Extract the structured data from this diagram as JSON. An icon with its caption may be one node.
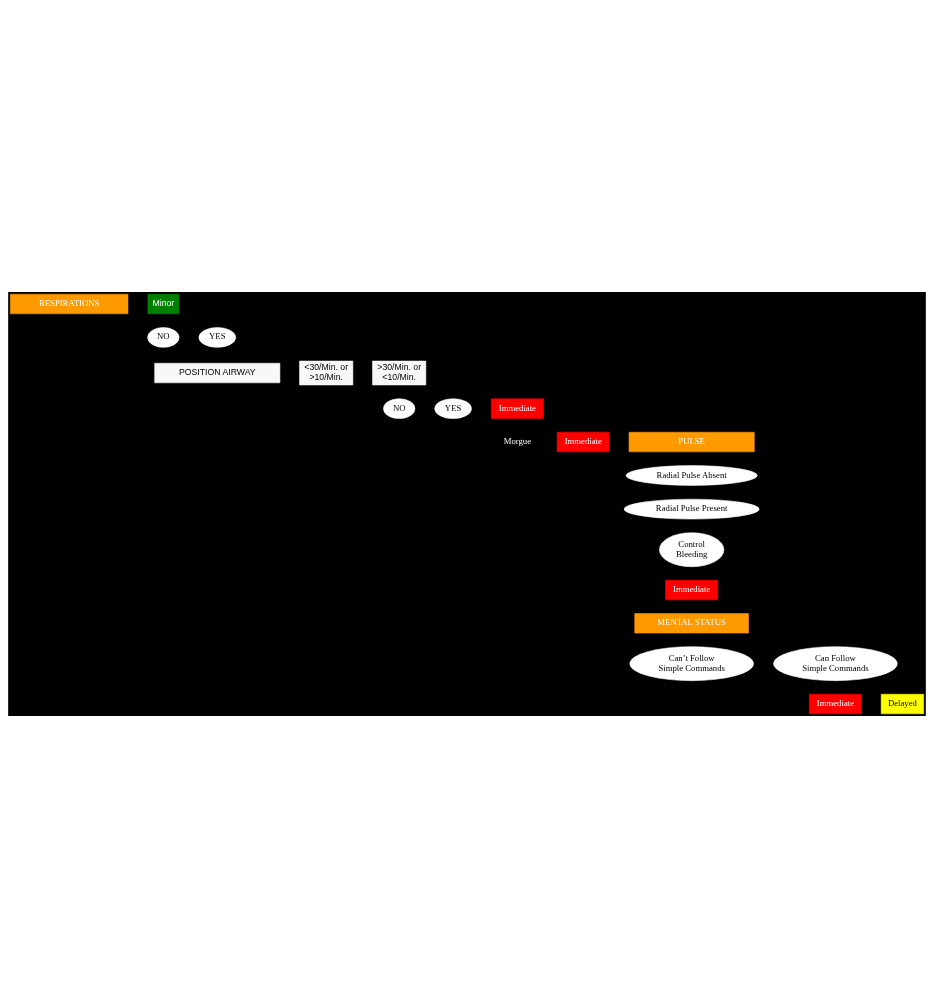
{
  "diagram": {
    "nodes": [
      {
        "text": [
          "RESPIRATIONS"
        ]
      },
      {
        "text": [
          "Minor"
        ]
      },
      {
        "text": [
          "NO"
        ]
      },
      {
        "text": [
          "YES"
        ]
      },
      {
        "text": [
          "POSITION AIRWAY"
        ]
      },
      {
        "text": [
          "<30/Min. or >10/Min."
        ]
      },
      {
        "text": [
          ">30/Min. or <10/Min."
        ]
      },
      {
        "text": [
          "NO"
        ]
      },
      {
        "text": [
          "YES"
        ]
      },
      {
        "text": [
          "Immediate"
        ]
      },
      {
        "text": [
          "Morgue"
        ]
      },
      {
        "text": [
          "Immediate"
        ]
      },
      {
        "text": [
          "PULSE"
        ]
      },
      {
        "text": [
          "Radial Pulse Absent"
        ]
      },
      {
        "text": [
          "Radial Pulse Present"
        ]
      },
      {
        "text": [
          "Control Bleeding"
        ]
      },
      {
        "text": [
          "Immediate"
        ]
      },
      {
        "text": [
          "MENTAL STATUS"
        ]
      },
      {
        "text": [
          "Can’t Follow Simple Commands"
        ]
      },
      {
        "text": [
          "Can Follow Simple Commands"
        ]
      },
      {
        "text": [
          "Immediate"
        ]
      },
      {
        "text": [
          "Delayed"
        ]
      }
    ]
  }
}
